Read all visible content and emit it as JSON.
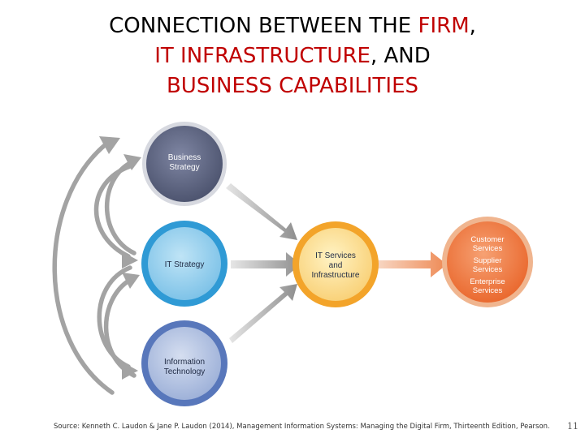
{
  "title": {
    "line1_a": "CONNECTION BETWEEN THE ",
    "line1_hl": "FIRM",
    "line1_b": ",",
    "line2_hl": "IT INFRASTRUCTURE",
    "line2_b": ", AND",
    "line3_hl": "BUSINESS CAPABILITIES"
  },
  "nodes": {
    "business_strategy": [
      "Business",
      "Strategy"
    ],
    "it_strategy": [
      "IT Strategy"
    ],
    "information_technology": [
      "Information",
      "Technology"
    ],
    "it_services": [
      "IT Services",
      "and",
      "Infrastructure"
    ],
    "capabilities": [
      "Customer",
      "Services",
      "Supplier",
      "Services",
      "Enterprise",
      "Services"
    ]
  },
  "colors": {
    "title_highlight": "#c00000",
    "business_strategy": "#5d6580",
    "it_strategy": "#3aa3d8",
    "information_technology": "#5f7fbf",
    "it_services": "#f5a623",
    "capabilities": "#ee6a2f",
    "arrows": "#a0a0a0"
  },
  "footer": {
    "source": "Source: Kenneth C. Laudon & Jane P. Laudon (2014), Management Information Systems: Managing the Digital Firm, Thirteenth Edition, Pearson.",
    "page_number": "11"
  }
}
